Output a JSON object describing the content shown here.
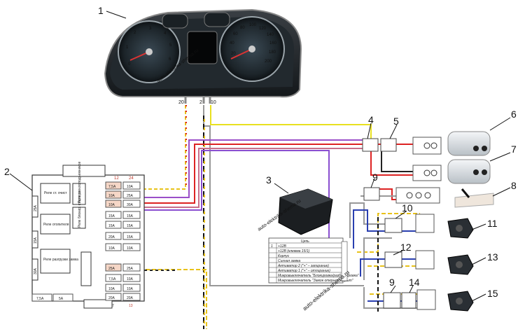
{
  "callouts": [
    "1",
    "2",
    "3",
    "4",
    "5",
    "6",
    "7",
    "8",
    "9",
    "9",
    "10",
    "11",
    "12",
    "13",
    "14",
    "15"
  ],
  "cluster": {
    "tacho_ticks": [
      "0",
      "1",
      "2",
      "3",
      "4",
      "5",
      "6"
    ],
    "speedo_ticks": [
      "20",
      "40",
      "60",
      "80",
      "100",
      "120",
      "140",
      "160",
      "180",
      "200"
    ],
    "pins": [
      "20",
      "2",
      "10"
    ]
  },
  "watermarks": [
    "auto-elektrika-shema.ru",
    "auto-elektrika-shema.ru",
    "auto-elektrika-shema.ru"
  ],
  "fusebox": {
    "col_headers": [
      "12",
      "24"
    ],
    "relays": [
      "Реле ст. очист",
      "Реле отопителя",
      "Реле разгрузки замка"
    ],
    "relays_vertical": [
      "Реле стеклоподъемников",
      "Реле блокир. стартера"
    ],
    "left_fuses": [
      "25А",
      "15А",
      "30А"
    ],
    "fuse_col1": [
      "7,5А",
      "10А",
      "10А",
      "15А",
      "15А",
      "20А",
      "10А",
      "25А",
      "7,5А",
      "10А",
      "20А"
    ],
    "fuse_col2": [
      "10А",
      "25А",
      "30А",
      "15А",
      "15А",
      "15А",
      "10А",
      "25А",
      "10А",
      "10А",
      "20А"
    ],
    "bottom": [
      "7,5А",
      "5А",
      "7",
      "13"
    ]
  },
  "module_table": {
    "title": "Цепь",
    "rows": [
      {
        "pin": "1",
        "text": "+12В"
      },
      {
        "pin": "",
        "text": "+12В (клемма 15/1)"
      },
      {
        "pin": "",
        "text": "Корпус"
      },
      {
        "pin": "",
        "text": "Сигнал замка"
      },
      {
        "pin": "",
        "text": "Активатор 2 (\"+\" – запирание)"
      },
      {
        "pin": "",
        "text": "Активатор 1 (\"+\" – отпирание)"
      },
      {
        "pin": "",
        "text": "Микровыключатель \"Блокировка/разблокировка\""
      },
      {
        "pin": "",
        "text": "Микровыключатель \"Замок открыт/закрыт\""
      }
    ]
  }
}
